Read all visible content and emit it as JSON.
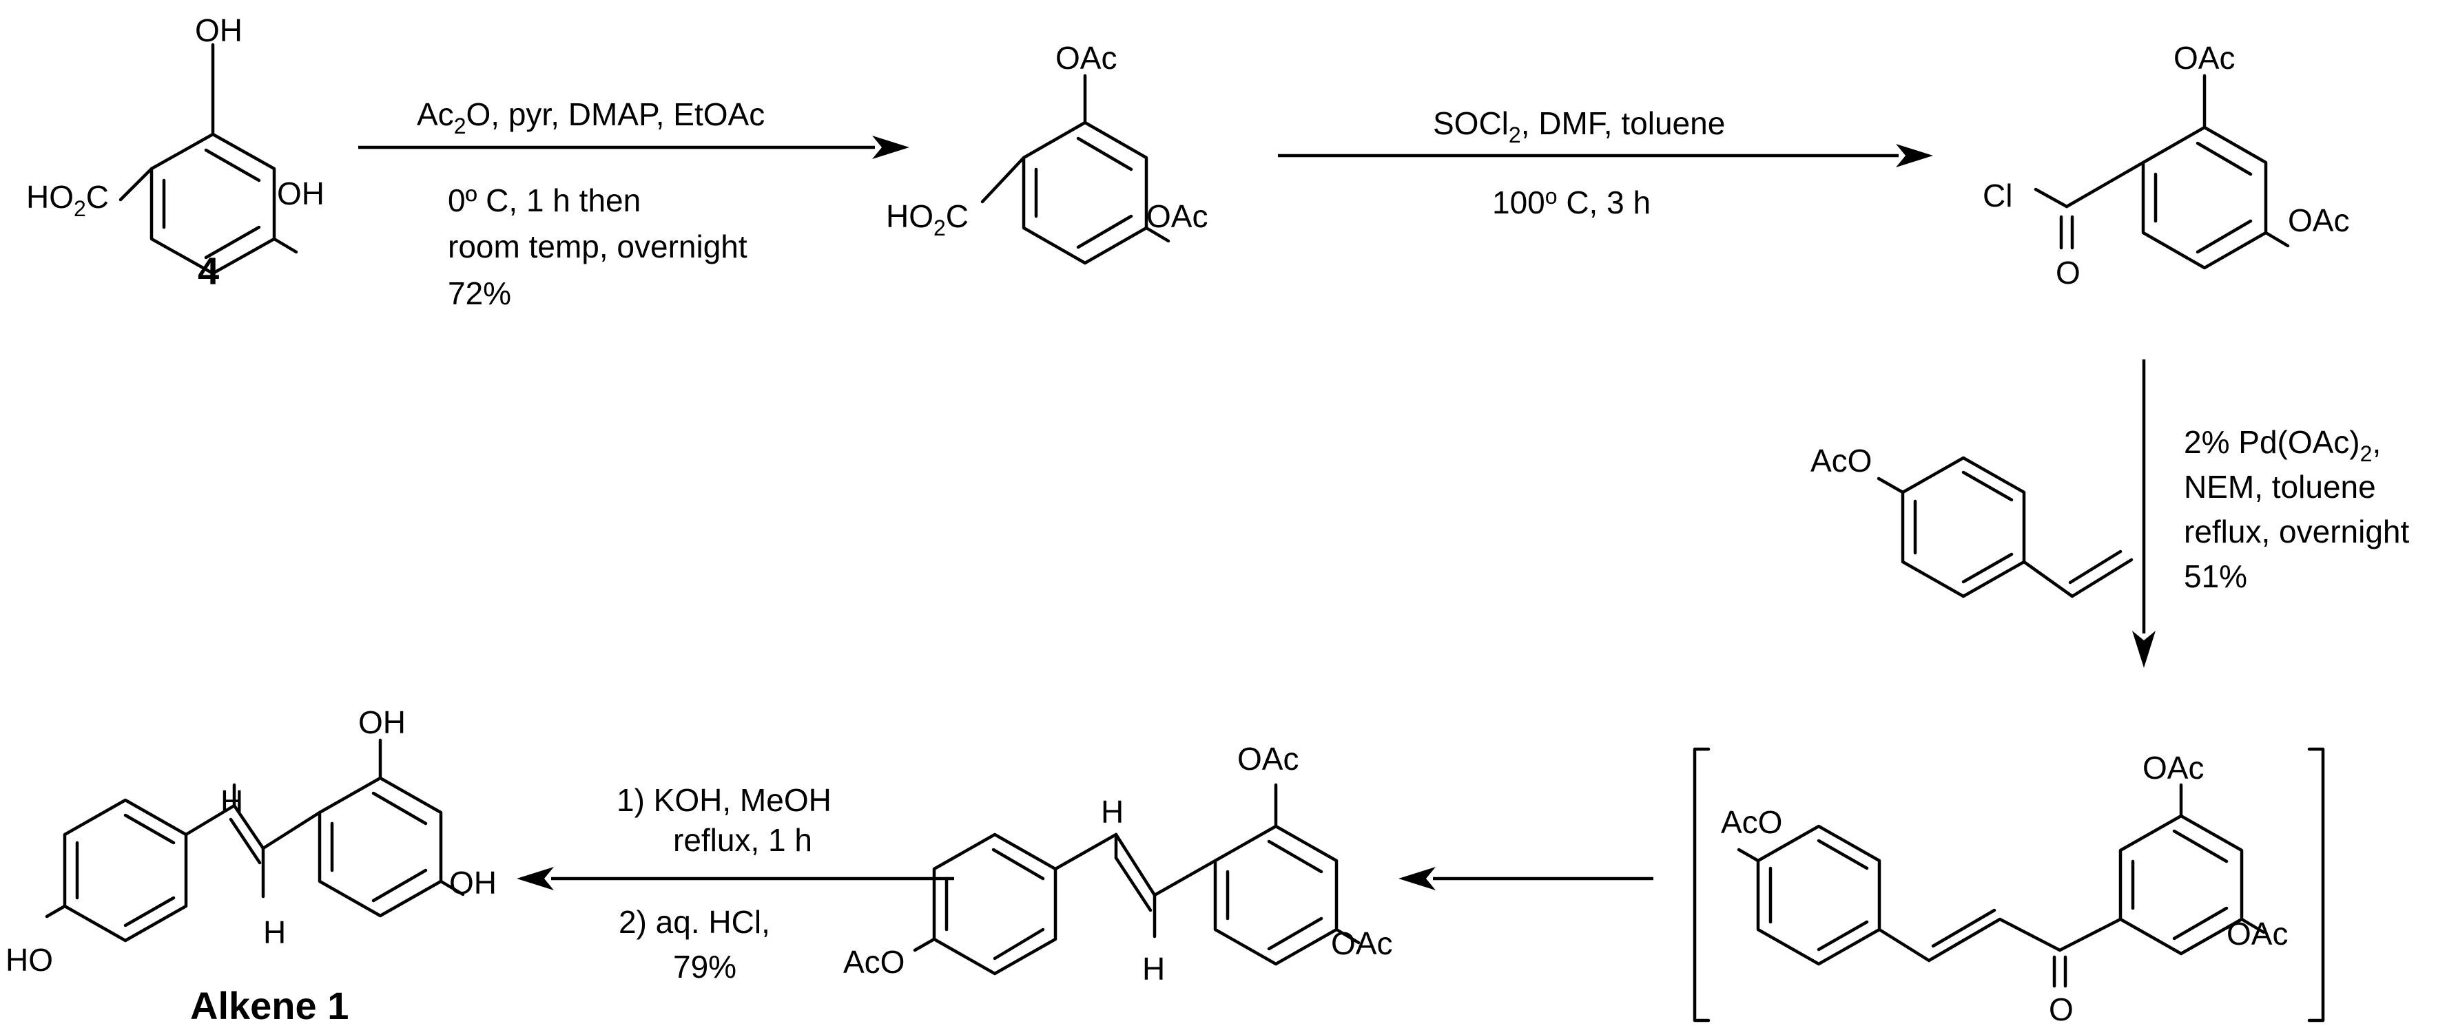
{
  "compounds": {
    "c4": {
      "id_label": "4",
      "top": "OH",
      "right": "OH",
      "left": "HO",
      "left_sub": "2",
      "left_tail": "C"
    },
    "c_diacetoxy_acid": {
      "top": "OAc",
      "right": "OAc",
      "left": "HO",
      "left_sub": "2",
      "left_tail": "C"
    },
    "c_acid_chloride": {
      "top": "OAc",
      "right": "OAc",
      "cl": "Cl",
      "o": "O"
    },
    "c_acetoxystyrene": {
      "label": "AcO"
    },
    "c_chalcone": {
      "left": "AcO",
      "top": "OAc",
      "right": "OAc",
      "o": "O"
    },
    "c_triacetyl_stilbene": {
      "top": "OAc",
      "right": "OAc",
      "left": "AcO",
      "h1": "H",
      "h2": "H"
    },
    "c_alkene1": {
      "top": "OH",
      "right": "OH",
      "left": "HO",
      "h1": "H",
      "h2": "H",
      "name": "Alkene 1"
    }
  },
  "steps": {
    "step1": {
      "reagents_a": "Ac",
      "reagents_a_sub": "2",
      "reagents_b": "O, pyr, DMAP, EtOAc",
      "line2": "0º C, 1 h then",
      "line3": "room temp, overnight",
      "line4": "72%"
    },
    "step2": {
      "reagents_a": "SOCl",
      "reagents_a_sub": "2",
      "reagents_b": ", DMF, toluene",
      "line2_a": "100",
      "line2_sup": "o",
      "line2_b": " C, 3 h"
    },
    "step3": {
      "line1_a": "2% Pd(OAc)",
      "line1_sub": "2",
      "line1_b": ",",
      "line2": "NEM, toluene",
      "line3": "reflux, overnight",
      "line4": "51%"
    },
    "step5": {
      "line1": "1) KOH, MeOH",
      "line2": "reflux, 1 h",
      "line3": "2) aq. HCl,",
      "line4": "79%"
    }
  }
}
